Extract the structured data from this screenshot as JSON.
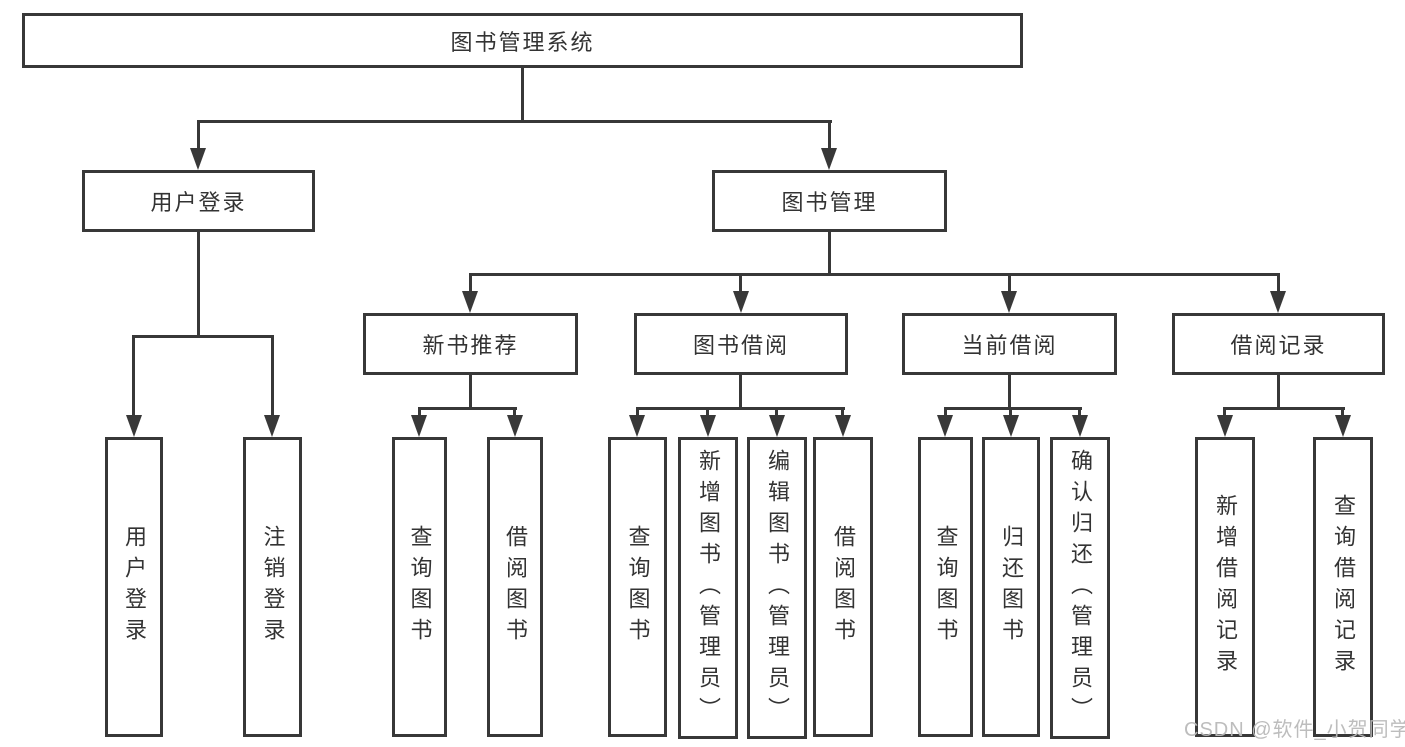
{
  "diagram_type": "tree",
  "tree": {
    "label": "图书管理系统",
    "children": [
      {
        "label": "用户登录",
        "children": [
          {
            "label": "用户登录"
          },
          {
            "label": "注销登录"
          }
        ]
      },
      {
        "label": "图书管理",
        "children": [
          {
            "label": "新书推荐",
            "children": [
              {
                "label": "查询图书"
              },
              {
                "label": "借阅图书"
              }
            ]
          },
          {
            "label": "图书借阅",
            "children": [
              {
                "label": "查询图书"
              },
              {
                "label": "新增图书（管理员）"
              },
              {
                "label": "编辑图书（管理员）"
              },
              {
                "label": "借阅图书"
              }
            ]
          },
          {
            "label": "当前借阅",
            "children": [
              {
                "label": "查询图书"
              },
              {
                "label": "归还图书"
              },
              {
                "label": "确认归还（管理员）"
              }
            ]
          },
          {
            "label": "借阅记录",
            "children": [
              {
                "label": "新增借阅记录"
              },
              {
                "label": "查询借阅记录"
              }
            ]
          }
        ]
      }
    ]
  },
  "watermark": {
    "text": "CSDN @软件_小贺同学"
  },
  "colors": {
    "line": "#383838",
    "text": "#333333",
    "background": "#ffffff",
    "watermark": "#b9b9b9"
  }
}
